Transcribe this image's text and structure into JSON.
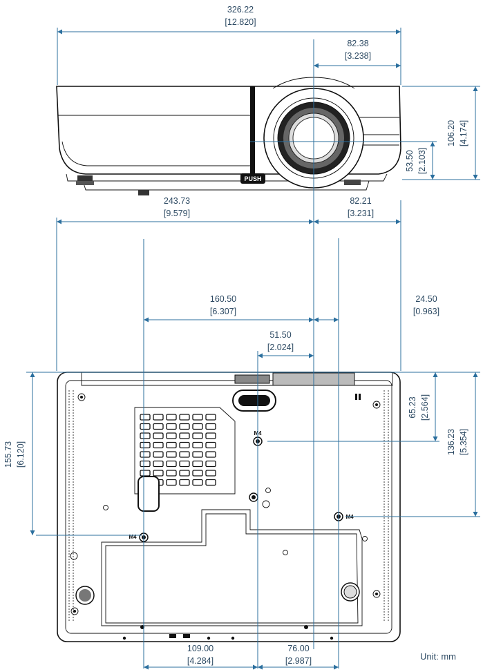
{
  "dimensions": {
    "top_view": {
      "overall_width": {
        "mm": "326.22",
        "in": "[12.820]"
      },
      "lens_offset_right": {
        "mm": "82.38",
        "in": "[3.238]"
      },
      "height": {
        "mm": "106.20",
        "in": "[4.174]"
      },
      "lens_center_height": {
        "mm": "53.50",
        "in": "[2.103]"
      }
    },
    "bottom_view": {
      "left_to_lens": {
        "mm": "243.73",
        "in": "[9.579]"
      },
      "lens_to_right": {
        "mm": "82.21",
        "in": "[3.231]"
      },
      "hole_a_to_lens": {
        "mm": "160.50",
        "in": "[6.307]"
      },
      "lens_to_hole_b": {
        "mm": "24.50",
        "in": "[0.963]"
      },
      "hole_c_to_lens": {
        "mm": "51.50",
        "in": "[2.024]"
      },
      "top_to_hole_c": {
        "mm": "65.23",
        "in": "[2.564]"
      },
      "top_to_hole_b": {
        "mm": "136.23",
        "in": "[5.354]"
      },
      "top_to_hole_a": {
        "mm": "155.73",
        "in": "[6.120]"
      },
      "hole_a_to_hole_c": {
        "mm": "109.00",
        "in": "[4.284]"
      },
      "hole_c_to_hole_b": {
        "mm": "76.00",
        "in": "[2.987]"
      }
    }
  },
  "labels": {
    "push_button": "PUSH",
    "screw_m4": "M4",
    "unit_note": "Unit: mm"
  },
  "colors": {
    "dimension_line": "#2b6f9e",
    "outline": "#111111"
  }
}
